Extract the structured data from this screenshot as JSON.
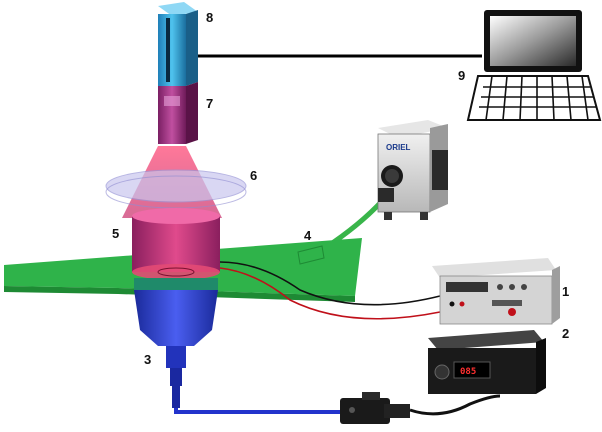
{
  "labels": {
    "l1": "1",
    "l2": "2",
    "l3": "3",
    "l4": "4",
    "l5": "5",
    "l6": "6",
    "l7": "7",
    "l8": "8",
    "l9": "9"
  },
  "lamp_brand": "ORIEL",
  "meter_display": "085",
  "colors": {
    "stage_green": "#2fb34a",
    "camera_blue": "#3aa6d6",
    "intensifier_magenta": "#a0307f",
    "beam_red": "#e0306a",
    "cell_blue": "#2b3ec4",
    "fiber_green": "#39b54a",
    "wire_red": "#c0101a",
    "wire_black": "#111111",
    "cable_blue": "#2233cc"
  }
}
